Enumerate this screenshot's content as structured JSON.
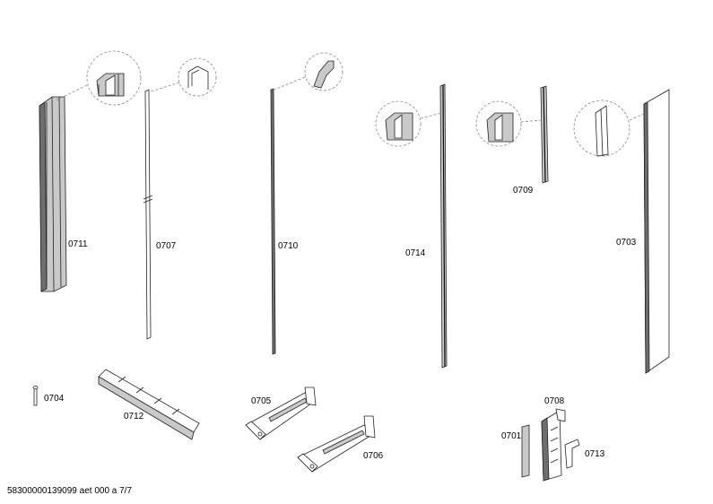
{
  "parts": {
    "p0711": "0711",
    "p0707": "0707",
    "p0710": "0710",
    "p0714": "0714",
    "p0709": "0709",
    "p0703": "0703",
    "p0704": "0704",
    "p0712": "0712",
    "p0705": "0705",
    "p0706": "0706",
    "p0708": "0708",
    "p0701": "0701",
    "p0713": "0713"
  },
  "footer": "58300000139099 aet 000 a 7/7"
}
